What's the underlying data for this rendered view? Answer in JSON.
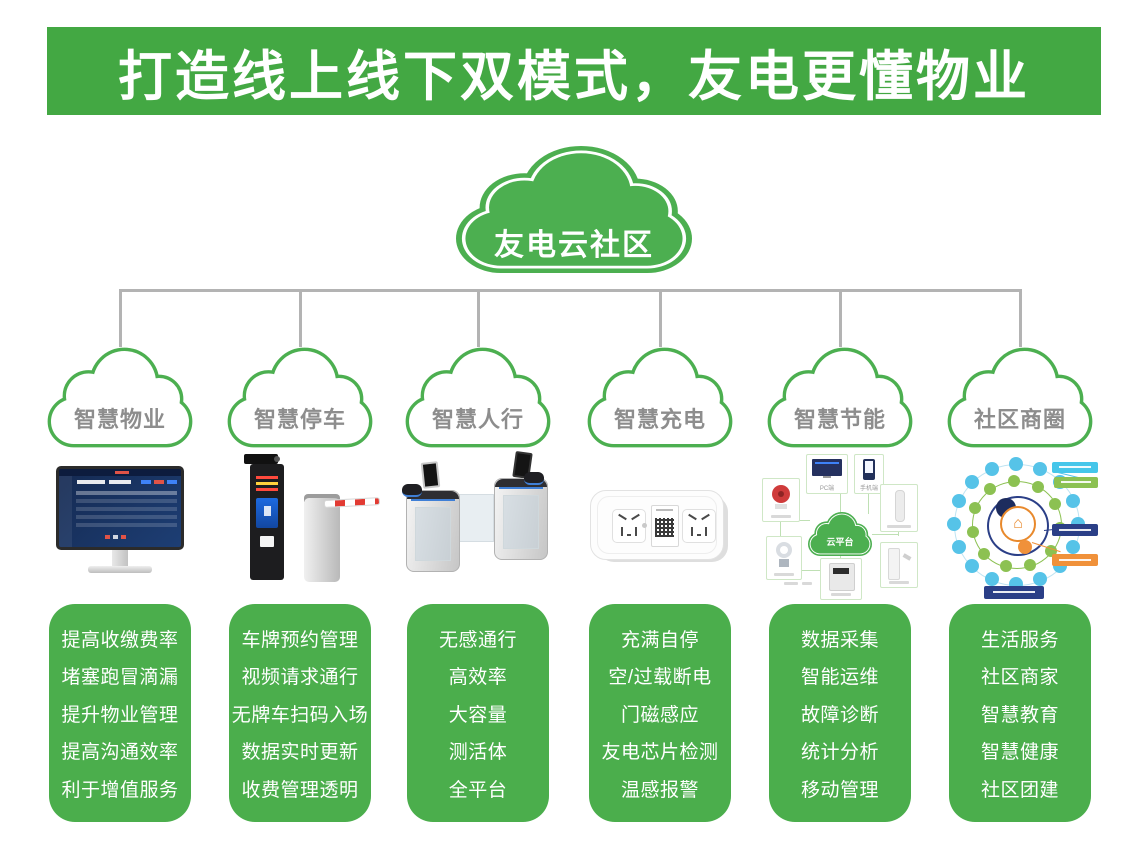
{
  "header": {
    "title": "打造线上线下双模式，友电更懂物业"
  },
  "root_cloud": {
    "label": "友电云社区"
  },
  "colors": {
    "header_green": "#43a843",
    "primary_green": "#4bae4c",
    "cloud_outline_green": "#4caf50",
    "cloud_label_gray": "#8d8d8d",
    "connector_gray": "#b3b3b3"
  },
  "columns": [
    {
      "label": "智慧物业",
      "image": "property-dashboard-monitor",
      "features": [
        "提高收缴费率",
        "堵塞跑冒滴漏",
        "提升物业管理",
        "提高沟通效率",
        "利于增值服务"
      ]
    },
    {
      "label": "智慧停车",
      "image": "license-plate-kiosk-and-barrier-gate",
      "features": [
        "车牌预约管理",
        "视频请求通行",
        "无牌车扫码入场",
        "数据实时更新",
        "收费管理透明"
      ]
    },
    {
      "label": "智慧人行",
      "image": "speed-gate-turnstiles",
      "features": [
        "无感通行",
        "高效率",
        "大容量",
        "测活体",
        "全平台"
      ]
    },
    {
      "label": "智慧充电",
      "image": "smart-charging-socket",
      "features": [
        "充满自停",
        "空/过载断电",
        "门磁感应",
        "友电芯片检测",
        "温感报警"
      ]
    },
    {
      "label": "智慧节能",
      "image": "energy-cloud-platform-diagram",
      "features": [
        "数据采集",
        "智能运维",
        "故障诊断",
        "统计分析",
        "移动管理"
      ],
      "diagram": {
        "cloud_label": "云平台",
        "pc_label": "PC端",
        "phone_label": "手机端"
      }
    },
    {
      "label": "社区商圈",
      "image": "community-ecosystem-diagram",
      "features": [
        "生活服务",
        "社区商家",
        "智慧教育",
        "智慧健康",
        "社区团建"
      ]
    }
  ]
}
